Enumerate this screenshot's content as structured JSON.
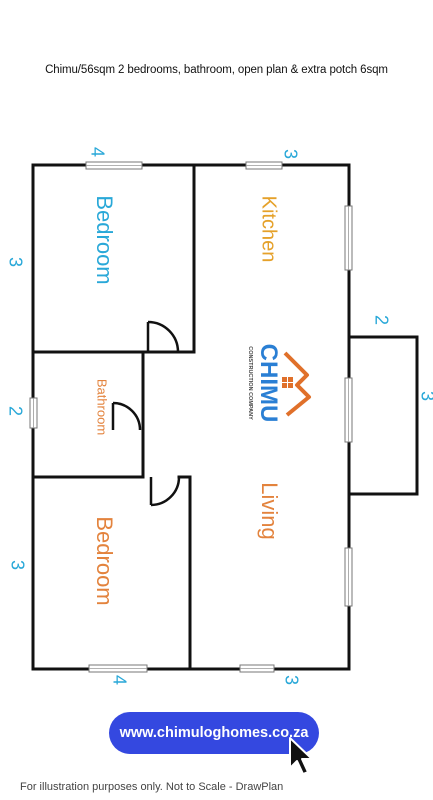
{
  "title": "Chimu/56sqm 2 bedrooms, bathroom, open plan & extra potch 6sqm",
  "rooms": {
    "bedroom_top": "Bedroom",
    "bedroom_bottom": "Bedroom",
    "bathroom": "Bathroom",
    "kitchen": "Kitchen",
    "living": "Living"
  },
  "dimensions": {
    "top_left": "4",
    "top_right": "3",
    "left_top": "3",
    "left_mid": "2",
    "left_bottom": "3",
    "bottom_left": "4",
    "bottom_right": "3",
    "porch_top": "2",
    "porch_side": "3"
  },
  "logo": {
    "name": "CHIMU",
    "tagline": "CONSTRUCTION COMPANY",
    "colors": {
      "blue": "#2a7fd4",
      "orange": "#e0702a"
    }
  },
  "website_label": "www.chimuloghomes.co.za",
  "footer": "For illustration purposes only. Not to Scale - DrawPlan",
  "colors": {
    "dimension": "#29a8d8",
    "button": "#3448e0"
  }
}
